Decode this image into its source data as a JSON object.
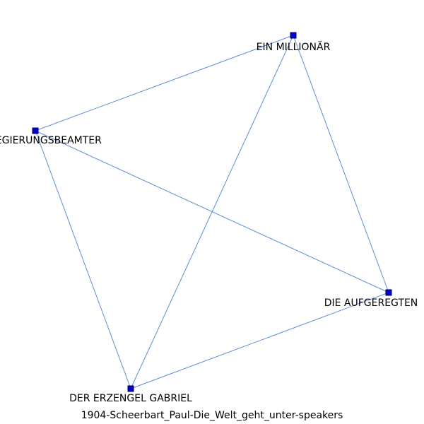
{
  "caption": "1904-Scheerbart_Paul-Die_Welt_geht_unter-speakers",
  "colors": {
    "edge": "#5b8fd6",
    "node": "#0000cc",
    "background": "#ffffff"
  },
  "nodes": [
    {
      "id": "millionaer",
      "label": "EIN MILLIONÄR"
    },
    {
      "id": "beamter",
      "label": "EIN REGIERUNGSBEAMTER"
    },
    {
      "id": "aufgeregten",
      "label": "DIE AUFGEREGTEN"
    },
    {
      "id": "gabriel",
      "label": "DER ERZENGEL GABRIEL"
    }
  ],
  "edges": [
    {
      "from": "millionaer",
      "to": "beamter"
    },
    {
      "from": "millionaer",
      "to": "gabriel"
    },
    {
      "from": "millionaer",
      "to": "aufgeregten"
    },
    {
      "from": "beamter",
      "to": "aufgeregten"
    },
    {
      "from": "beamter",
      "to": "gabriel"
    },
    {
      "from": "gabriel",
      "to": "aufgeregten"
    }
  ]
}
